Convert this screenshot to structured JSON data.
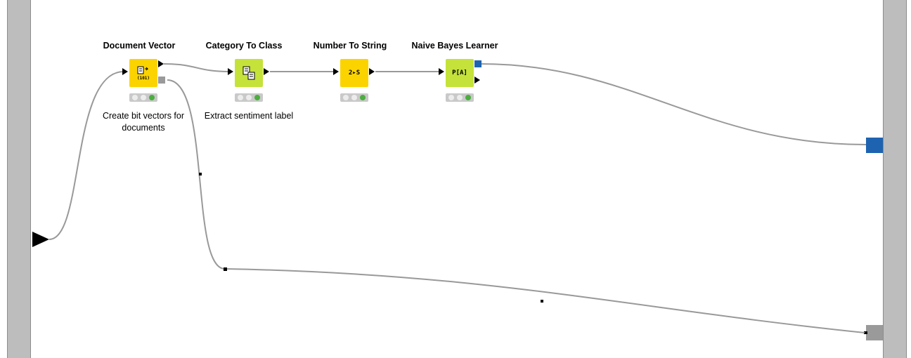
{
  "nodes": [
    {
      "title": "Document Vector",
      "icon_text": "(101)",
      "label": "Create bit vectors for documents",
      "icon": "document-vector-icon",
      "color": "#fbd400"
    },
    {
      "title": "Category To Class",
      "icon_text": "",
      "label": "Extract sentiment label",
      "icon": "category-to-class-icon",
      "color": "#c4e23a"
    },
    {
      "title": "Number To String",
      "icon_text": "2▸S",
      "label": "",
      "icon": "number-to-string-icon",
      "color": "#fbd400"
    },
    {
      "title": "Naive Bayes Learner",
      "icon_text": "P[A]",
      "label": "",
      "icon": "naive-bayes-icon",
      "color": "#c4e23a"
    }
  ],
  "status": [
    "idle",
    "idle",
    "configured"
  ],
  "colors": {
    "yellow": "#fbd400",
    "lime": "#c4e23a",
    "model_port": "#1e63b0",
    "table_port": "#9a9a9a",
    "frame": "#bdbdbd"
  }
}
